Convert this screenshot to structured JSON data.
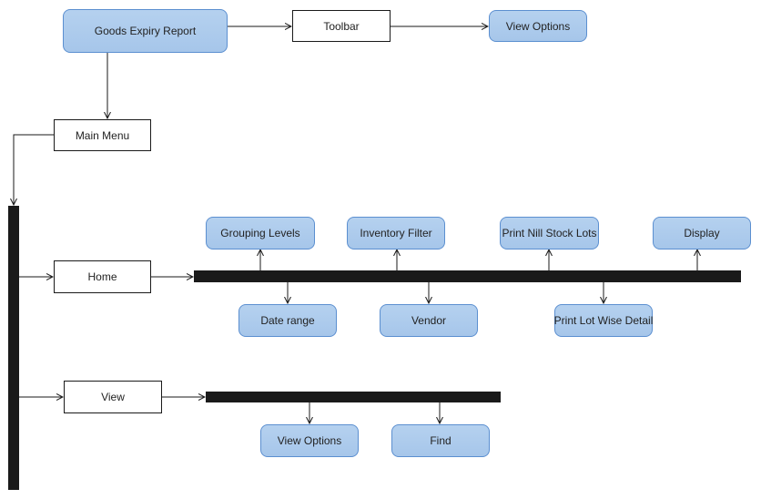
{
  "diagram": {
    "root": "Goods Expiry Report",
    "toolbar": "Toolbar",
    "toolbar_child": "View Options",
    "main_menu": "Main Menu",
    "home": {
      "label": "Home",
      "above": [
        "Grouping Levels",
        "Inventory Filter",
        "Print Nill Stock Lots",
        "Display"
      ],
      "below": [
        "Date range",
        "Vendor",
        "Print Lot Wise Detail"
      ]
    },
    "view": {
      "label": "View",
      "below": [
        "View Options",
        "Find"
      ]
    }
  },
  "colors": {
    "rounded_fill": "#a9c8eb",
    "rounded_border": "#5b8fd0",
    "bar": "#1a1a1a",
    "line": "#1a1a1a"
  }
}
